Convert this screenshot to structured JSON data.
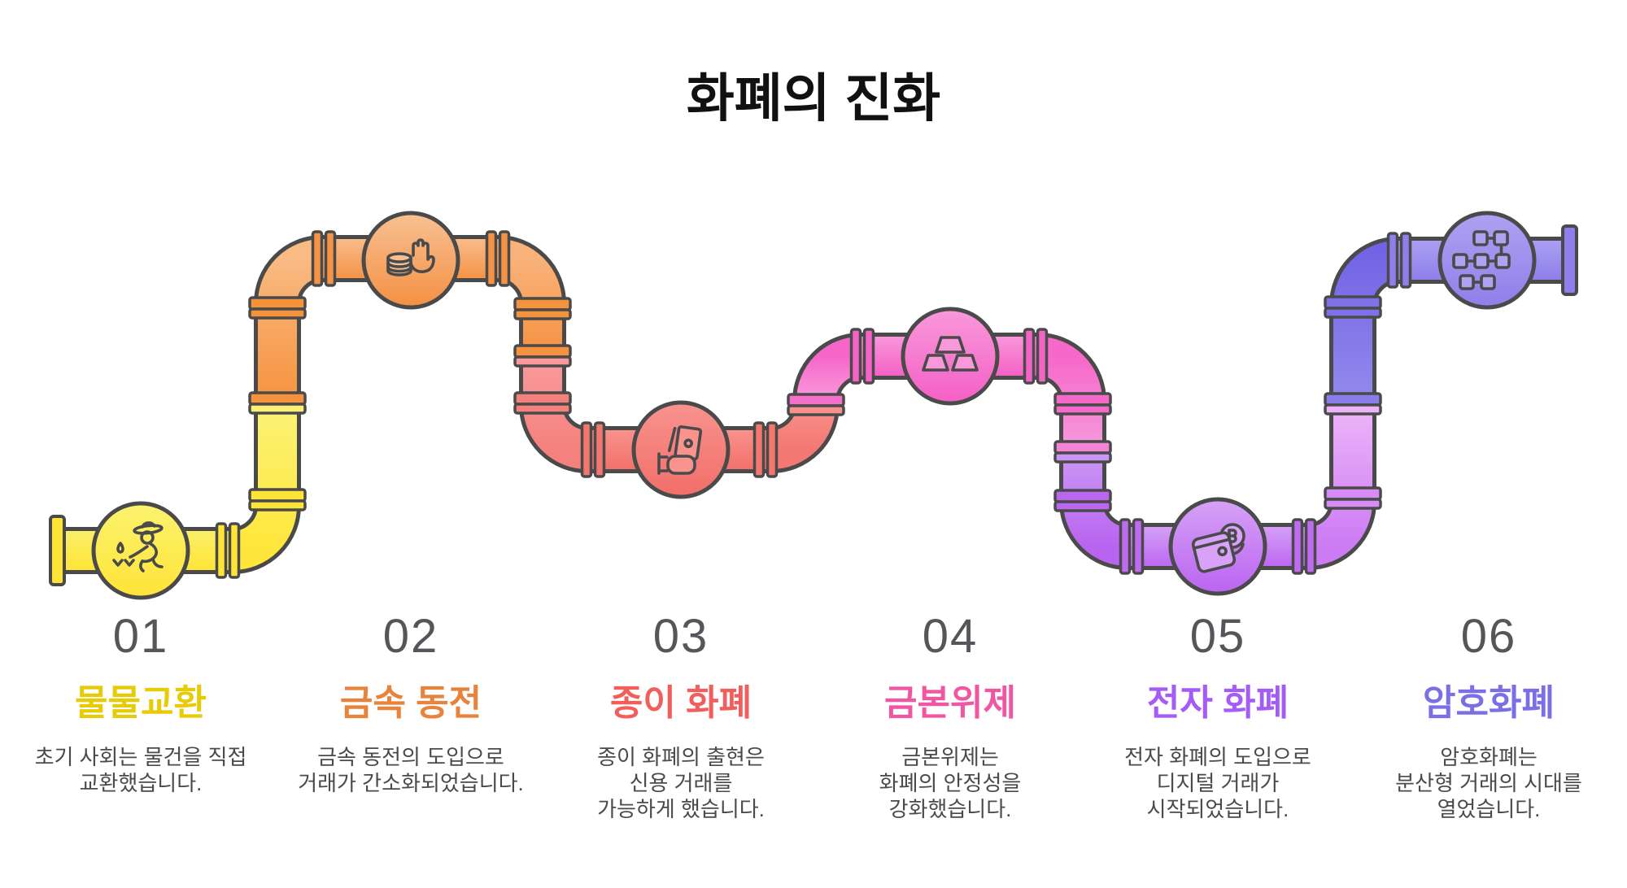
{
  "title": "화폐의 진화",
  "stages": [
    {
      "number": "01",
      "title": "물물교환",
      "description": "초기 사회는 물건을 직접\n교환했습니다.",
      "color": "#E6CB06",
      "icon": "barter-farmer-icon",
      "pipe_color": "#FFE438"
    },
    {
      "number": "02",
      "title": "금속 동전",
      "description": "금속 동전의 도입으로\n거래가 간소화되었습니다.",
      "color": "#E8833C",
      "icon": "hand-coins-icon",
      "pipe_color": "#F49345"
    },
    {
      "number": "03",
      "title": "종이 화폐",
      "description": "종이 화폐의 출현은\n신용 거래를\n가능하게 했습니다.",
      "color": "#F15E5B",
      "icon": "paper-money-icon",
      "pipe_color": "#F3766F"
    },
    {
      "number": "04",
      "title": "금본위제",
      "description": "금본위제는\n화폐의 안정성을\n강화했습니다.",
      "color": "#F156A2",
      "icon": "gold-bars-icon",
      "pipe_color": "#F463C6"
    },
    {
      "number": "05",
      "title": "전자 화폐",
      "description": "전자 화폐의 도입으로\n디지털 거래가\n시작되었습니다.",
      "color": "#A55BF5",
      "icon": "e-wallet-icon",
      "pipe_color": "#BE6BF1"
    },
    {
      "number": "06",
      "title": "암호화폐",
      "description": "암호화폐는\n분산형 거래의 시대를\n열었습니다.",
      "color": "#7B6FE6",
      "icon": "blockchain-icon",
      "pipe_color": "#8F7FEA"
    }
  ],
  "colors": {
    "outline": "#4A4A4A",
    "number_text": "#55555A",
    "description_text": "#4A4A4A",
    "title_text": "#111111"
  }
}
